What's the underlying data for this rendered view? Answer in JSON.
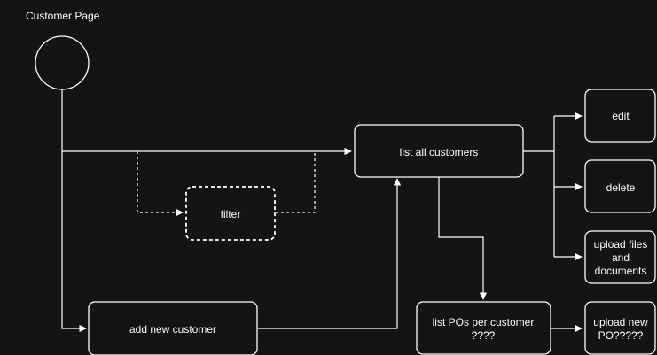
{
  "diagram": {
    "title": "Customer Page",
    "nodes": {
      "list_all": "list all customers",
      "filter": "filter",
      "add_new": "add new customer",
      "list_pos": [
        "list POs per customer",
        "????"
      ],
      "edit": "edit",
      "delete": "delete",
      "upload_files": [
        "upload files",
        "and",
        "documents"
      ],
      "upload_po": [
        "upload new",
        "PO?????"
      ]
    }
  }
}
